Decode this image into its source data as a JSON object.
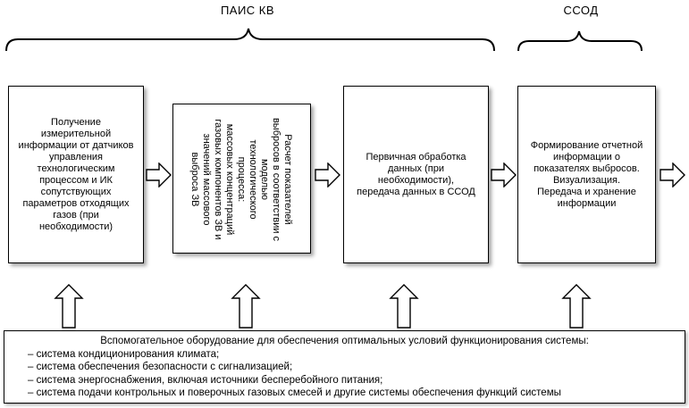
{
  "header": {
    "paiskv": "ПАИС КВ",
    "ssod": "ССОД"
  },
  "boxes": [
    {
      "lines": [
        "Получение",
        "измерительной",
        "информации от датчиков",
        "управления",
        "технологическим",
        "процессом и ИК",
        "сопутствующих",
        "параметров отходящих",
        "газов (при",
        "необходимости)"
      ]
    },
    {
      "lines": [
        "Расчет показателей",
        "выбросов в соответствии с",
        "моделью",
        "технологического",
        "процесса:",
        "массовых концентраций",
        "газовых компонентов ЗВ и",
        "значений массового",
        "выброса ЗВ"
      ]
    },
    {
      "lines": [
        "Первичная обработка",
        "данных (при",
        "необходимости),",
        "передача данных в ССОД"
      ]
    },
    {
      "lines": [
        "Формирование отчетной",
        "информации о",
        "показателях выбросов.",
        "Визуализация.",
        "Передача и хранение",
        "информации"
      ]
    }
  ],
  "support": {
    "title": "Вспомогательное оборудование для обеспечения оптимальных условий функционирования системы:",
    "items": [
      "– система кондиционирования климата;",
      "– система обеспечения безопасности с сигнализацией;",
      "– система энергоснабжения, включая источники бесперебойного питания;",
      "– система подачи контрольных и поверочных газовых смесей и другие системы обеспечения функций системы"
    ]
  }
}
